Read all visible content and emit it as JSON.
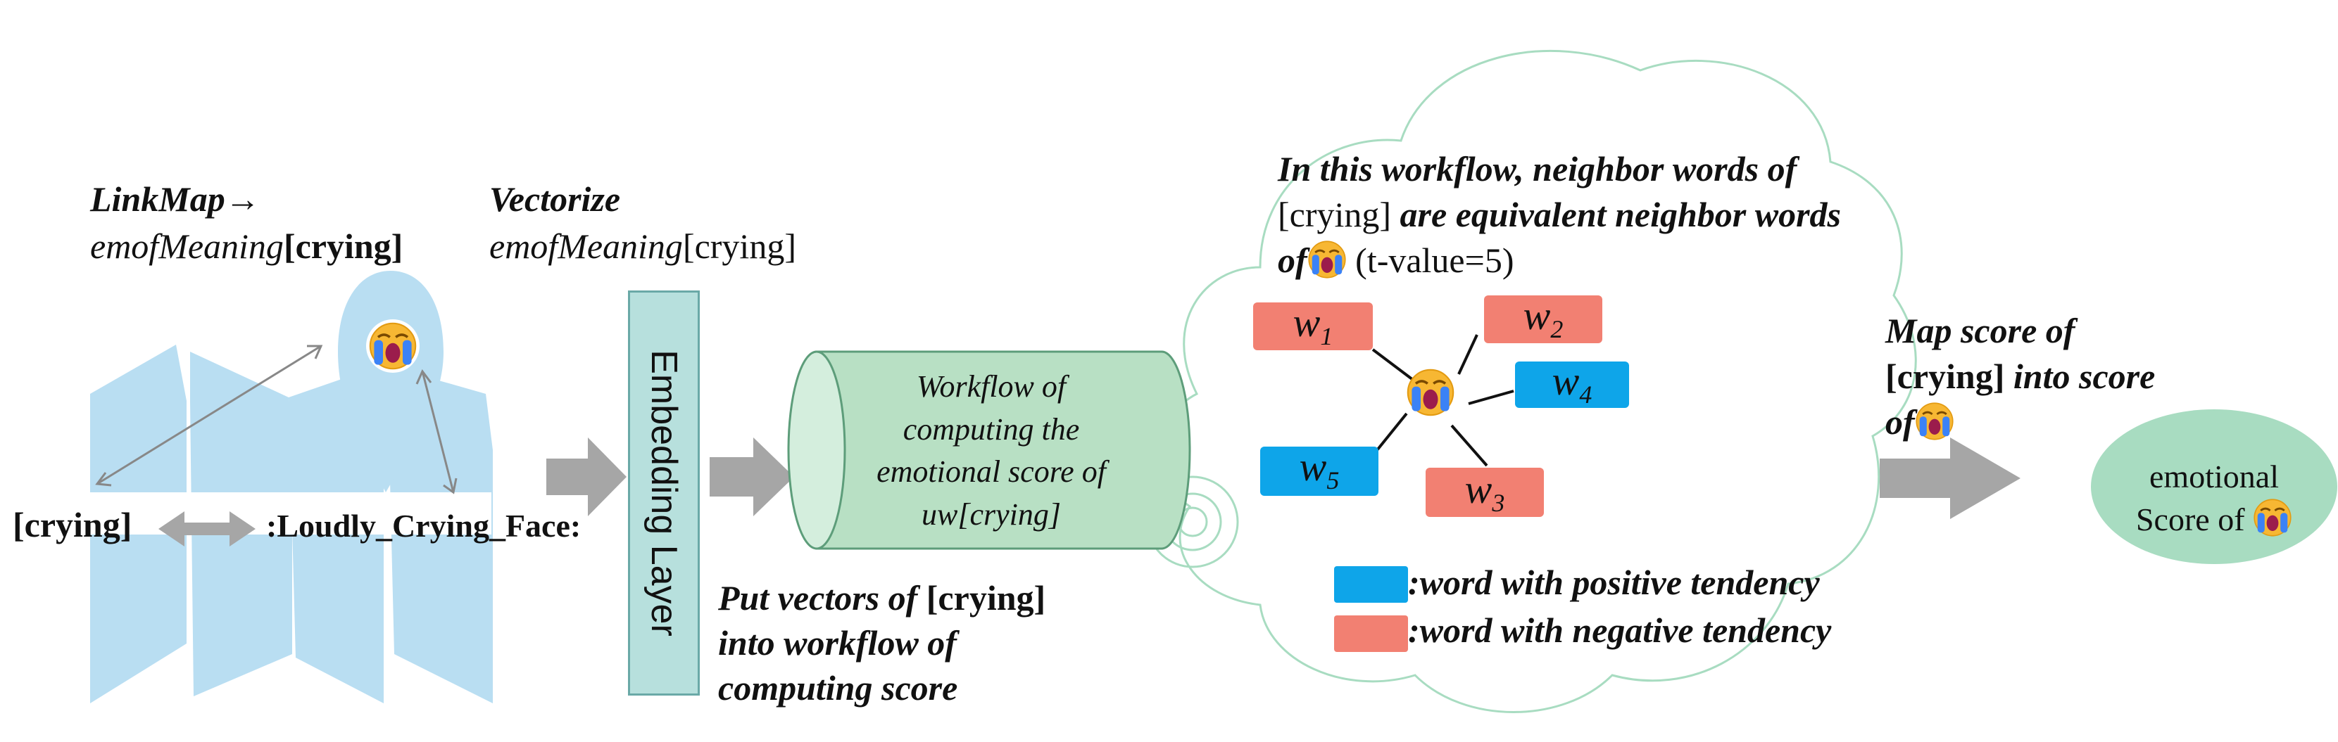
{
  "labels": {
    "linkmap_line1": "LinkMap→",
    "linkmap_line2_prefix": "emofMeaning",
    "linkmap_line2_bracket": "[crying]",
    "vectorize_line1": "Vectorize",
    "vectorize_line2_prefix": "emofMeaning",
    "vectorize_line2_bracket": "[crying]",
    "crying_bracket": "[crying]",
    "loudly_crying_face": ":Loudly_Crying_Face:",
    "embedding_layer": "Embedding Layer",
    "workflow_line1": "Workflow of",
    "workflow_line2": "computing the",
    "workflow_line3": "emotional score of",
    "workflow_line4": "uw[crying]",
    "put_vectors_line1_prefix": "Put vectors of ",
    "put_vectors_line1_bracket": "[crying]",
    "put_vectors_line2": "into workflow of",
    "put_vectors_line3": "computing score",
    "cloud_line1": "In this workflow, neighbor words of",
    "cloud_line2_bracket": "[crying]",
    "cloud_line2_rest": " are equivalent neighbor words",
    "cloud_line3_prefix": "of",
    "cloud_line3_tvalue": "(t-value=5)",
    "map_line1": "Map score of",
    "map_line2_bracket": "[crying]",
    "map_line2_rest": " into score",
    "map_line3_prefix": "of",
    "ellipse_line1": "emotional",
    "ellipse_line2": "Score of",
    "legend_positive": ":word with positive tendency",
    "legend_negative": ":word with negative tendency"
  },
  "words": [
    {
      "base": "w",
      "sub": "1",
      "tendency": "negative"
    },
    {
      "base": "w",
      "sub": "2",
      "tendency": "negative"
    },
    {
      "base": "w",
      "sub": "4",
      "tendency": "positive"
    },
    {
      "base": "w",
      "sub": "5",
      "tendency": "positive"
    },
    {
      "base": "w",
      "sub": "3",
      "tendency": "negative"
    }
  ],
  "colors": {
    "map_blue": "#b9def2",
    "embedding_fill": "#b7e0dd",
    "cylinder_fill": "#b8e0c4",
    "cloud_stroke": "#a8dcc1",
    "ellipse_fill": "#a8dcc1",
    "arrow_gray": "#a6a6a6",
    "positive_blue": "#0ea5e9",
    "negative_red": "#f28072",
    "emoji_yellow": "#f7b733"
  },
  "icons": {
    "map": "folded-map-icon",
    "pin": "location-pin-icon",
    "emoji": "loudly-crying-face-emoji"
  }
}
